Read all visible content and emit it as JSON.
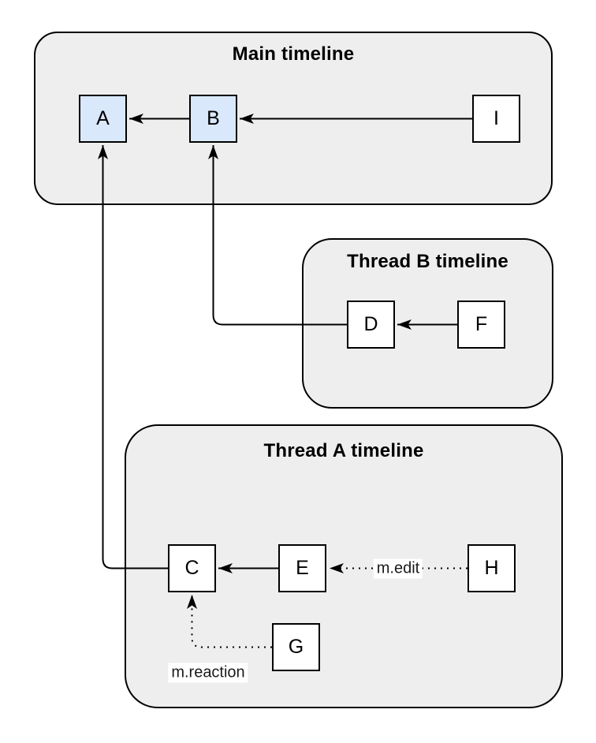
{
  "diagram": {
    "containers": {
      "main": {
        "title": "Main timeline"
      },
      "thread_b": {
        "title": "Thread B timeline"
      },
      "thread_a": {
        "title": "Thread A timeline"
      }
    },
    "nodes": {
      "A": {
        "label": "A",
        "fill": "#dae8fc",
        "container": "main"
      },
      "B": {
        "label": "B",
        "fill": "#dae8fc",
        "container": "main"
      },
      "I": {
        "label": "I",
        "fill": "#ffffff",
        "container": "main"
      },
      "D": {
        "label": "D",
        "fill": "#ffffff",
        "container": "thread_b"
      },
      "F": {
        "label": "F",
        "fill": "#ffffff",
        "container": "thread_b"
      },
      "C": {
        "label": "C",
        "fill": "#ffffff",
        "container": "thread_a"
      },
      "E": {
        "label": "E",
        "fill": "#ffffff",
        "container": "thread_a"
      },
      "H": {
        "label": "H",
        "fill": "#ffffff",
        "container": "thread_a"
      },
      "G": {
        "label": "G",
        "fill": "#ffffff",
        "container": "thread_a"
      }
    },
    "edges": [
      {
        "from": "B",
        "to": "A",
        "style": "solid",
        "label": ""
      },
      {
        "from": "I",
        "to": "B",
        "style": "solid",
        "label": ""
      },
      {
        "from": "D",
        "to": "B",
        "style": "solid",
        "label": ""
      },
      {
        "from": "F",
        "to": "D",
        "style": "solid",
        "label": ""
      },
      {
        "from": "C",
        "to": "A",
        "style": "solid",
        "label": ""
      },
      {
        "from": "E",
        "to": "C",
        "style": "solid",
        "label": ""
      },
      {
        "from": "H",
        "to": "E",
        "style": "dotted",
        "label": "m.edit"
      },
      {
        "from": "G",
        "to": "C",
        "style": "dotted",
        "label": "m.reaction"
      }
    ],
    "edge_labels": {
      "edit": "m.edit",
      "reaction": "m.reaction"
    },
    "colors": {
      "container_fill": "#eeeeee",
      "container_stroke": "#000000",
      "node_fill_highlight": "#dae8fc",
      "node_fill_default": "#ffffff",
      "node_stroke": "#000000",
      "edge_stroke": "#000000",
      "label_background": "#ffffff",
      "text": "#000000"
    }
  }
}
